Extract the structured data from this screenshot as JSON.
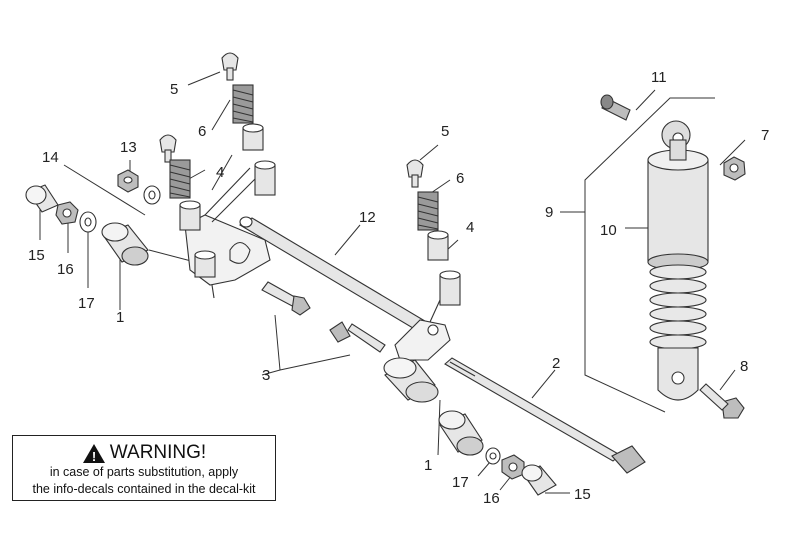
{
  "callouts": {
    "c1a": "1",
    "c1b": "1",
    "c2": "2",
    "c3": "3",
    "c4a": "4",
    "c4b": "4",
    "c5a": "5",
    "c5b": "5",
    "c6a": "6",
    "c6b": "6",
    "c7": "7",
    "c8": "8",
    "c9": "9",
    "c10": "10",
    "c11": "11",
    "c12": "12",
    "c13": "13",
    "c14": "14",
    "c15a": "15",
    "c15b": "15",
    "c16a": "16",
    "c16b": "16",
    "c17a": "17",
    "c17b": "17"
  },
  "warning": {
    "icon": "!",
    "title": "WARNING!",
    "line1": "in case of parts substitution, apply",
    "line2": "the info-decals contained in the decal-kit"
  }
}
